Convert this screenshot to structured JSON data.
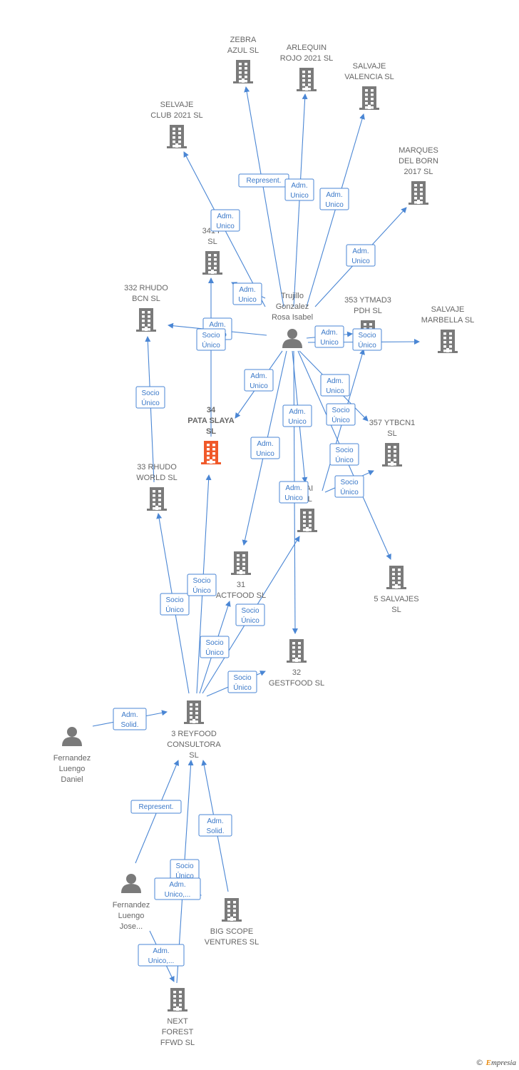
{
  "nodes": [
    {
      "id": "zebra",
      "type": "company",
      "lines": [
        "ZEBRA",
        "AZUL  SL"
      ]
    },
    {
      "id": "arlequin",
      "type": "company",
      "lines": [
        "ARLEQUIN",
        "ROJO 2021  SL"
      ]
    },
    {
      "id": "salvaje_valencia",
      "type": "company",
      "lines": [
        "SALVAJE",
        "VALENCIA  SL"
      ]
    },
    {
      "id": "selvaje_club",
      "type": "company",
      "lines": [
        "SELVAJE",
        "CLUB 2021  SL"
      ]
    },
    {
      "id": "marques",
      "type": "company",
      "lines": [
        "MARQUES",
        "DEL BORN",
        "2017  SL"
      ]
    },
    {
      "id": "p341",
      "type": "company",
      "lines": [
        "341 P",
        "SL"
      ]
    },
    {
      "id": "rhudo_bcn",
      "type": "company",
      "lines": [
        "332 RHUDO",
        "BCN  SL"
      ]
    },
    {
      "id": "trujillo",
      "type": "person",
      "lines": [
        "Trujillo",
        "Gonzalez",
        "Rosa Isabel"
      ]
    },
    {
      "id": "ytmad3",
      "type": "company",
      "lines": [
        "353 YTMAD3",
        "PDH  SL"
      ]
    },
    {
      "id": "salvaje_marbella",
      "type": "company",
      "lines": [
        "SALVAJE",
        "MARBELLA  SL"
      ]
    },
    {
      "id": "pata",
      "type": "company",
      "highlight": true,
      "lines": [
        "34",
        "PATA SLAYA",
        "SL"
      ]
    },
    {
      "id": "rhudo_world",
      "type": "company",
      "lines": [
        "33 RHUDO",
        "WORLD  SL"
      ]
    },
    {
      "id": "ytbcn1",
      "type": "company",
      "lines": [
        "357 YTBCN1",
        "SL"
      ]
    },
    {
      "id": "tai",
      "type": "company",
      "lines": [
        "TAI",
        "SL"
      ]
    },
    {
      "id": "actfood",
      "type": "company",
      "lines": [
        "31",
        "ACTFOOD  SL"
      ]
    },
    {
      "id": "salvajes5",
      "type": "company",
      "lines": [
        "5 SALVAJES",
        "SL"
      ]
    },
    {
      "id": "gestfood",
      "type": "company",
      "lines": [
        "32",
        "GESTFOOD  SL"
      ]
    },
    {
      "id": "reyfood",
      "type": "company",
      "lines": [
        "3 REYFOOD",
        "CONSULTORA",
        "SL"
      ]
    },
    {
      "id": "fl_daniel",
      "type": "person",
      "lines": [
        "Fernandez",
        "Luengo",
        "Daniel"
      ]
    },
    {
      "id": "fl_jose",
      "type": "person",
      "lines": [
        "Fernandez",
        "Luengo",
        "Jose..."
      ]
    },
    {
      "id": "bigscope",
      "type": "company",
      "lines": [
        "BIG SCOPE",
        "VENTURES  SL"
      ]
    },
    {
      "id": "nextforest",
      "type": "company",
      "lines": [
        "NEXT",
        "FOREST",
        "FFWD  SL"
      ]
    }
  ],
  "edges": [
    {
      "from": "trujillo",
      "to": "zebra",
      "label": [
        "Represent."
      ]
    },
    {
      "from": "trujillo",
      "to": "arlequin",
      "label": [
        "Adm.",
        "Unico"
      ]
    },
    {
      "from": "trujillo",
      "to": "salvaje_valencia",
      "label": [
        "Adm.",
        "Unico"
      ]
    },
    {
      "from": "trujillo",
      "to": "selvaje_club",
      "label": [
        "Adm.",
        "Unico"
      ]
    },
    {
      "from": "trujillo",
      "to": "marques",
      "label": [
        "Adm.",
        "Unico"
      ]
    },
    {
      "from": "trujillo",
      "to": "p341",
      "label": [
        "Adm.",
        "Unico"
      ]
    },
    {
      "from": "trujillo",
      "to": "rhudo_bcn",
      "label": [
        "Adm.",
        "Unico"
      ]
    },
    {
      "from": "trujillo",
      "to": "ytmad3",
      "label": [
        "Adm.",
        "Unico"
      ]
    },
    {
      "from": "trujillo",
      "to": "salvaje_marbella",
      "label": [
        "Socio",
        "Único"
      ]
    },
    {
      "from": "trujillo",
      "to": "pata",
      "label": [
        "Adm.",
        "Unico"
      ]
    },
    {
      "from": "trujillo",
      "to": "ytbcn1",
      "label": [
        "Adm.",
        "Unico"
      ]
    },
    {
      "from": "trujillo",
      "to": "tai",
      "label": [
        "Adm.",
        "Unico"
      ]
    },
    {
      "from": "trujillo",
      "to": "actfood",
      "label": [
        "Adm.",
        "Unico"
      ]
    },
    {
      "from": "trujillo",
      "to": "gestfood",
      "label": [
        "Adm.",
        "Unico"
      ]
    },
    {
      "from": "trujillo",
      "to": "salvajes5",
      "label": [
        "Socio",
        "Único"
      ]
    },
    {
      "from": "pata",
      "to": "p341",
      "label": [
        "Socio",
        "Único"
      ]
    },
    {
      "from": "rhudo_world",
      "to": "rhudo_bcn",
      "label": [
        "Socio",
        "Único"
      ]
    },
    {
      "from": "tai",
      "to": "ytmad3",
      "label": [
        "Socio",
        "Único"
      ]
    },
    {
      "from": "tai",
      "to": "ytbcn1",
      "label": [
        "Socio",
        "Único"
      ]
    },
    {
      "from": "reyfood",
      "to": "rhudo_world",
      "label": [
        "Socio",
        "Único"
      ]
    },
    {
      "from": "reyfood",
      "to": "pata",
      "label": [
        "Socio",
        "Único"
      ]
    },
    {
      "from": "reyfood",
      "to": "actfood",
      "label": [
        "Socio",
        "Único"
      ]
    },
    {
      "from": "reyfood",
      "to": "tai",
      "label": [
        "Socio",
        "Único"
      ]
    },
    {
      "from": "reyfood",
      "to": "gestfood",
      "label": [
        "Socio",
        "Único"
      ]
    },
    {
      "from": "fl_daniel",
      "to": "reyfood",
      "label": [
        "Adm.",
        "Solid."
      ]
    },
    {
      "from": "fl_jose",
      "to": "reyfood",
      "label": [
        "Represent."
      ]
    },
    {
      "from": "bigscope",
      "to": "reyfood",
      "label": [
        "Adm.",
        "Solid."
      ]
    },
    {
      "from": "nextforest",
      "to": "reyfood",
      "label": [
        "Socio",
        "Único"
      ]
    },
    {
      "from": "fl_jose",
      "to": "bigscope",
      "label": [
        "Adm.",
        "Unico,..."
      ]
    },
    {
      "from": "fl_jose",
      "to": "nextforest",
      "label": [
        "Adm.",
        "Unico,..."
      ]
    }
  ],
  "colors": {
    "node": "#7a7a7a",
    "highlight": "#f0592a",
    "edge": "#4a86d4",
    "label_text": "#3a78c8",
    "node_text": "#666666"
  },
  "footer": {
    "symbol": "©",
    "brand_first": "E",
    "brand_rest": "mpresia"
  }
}
